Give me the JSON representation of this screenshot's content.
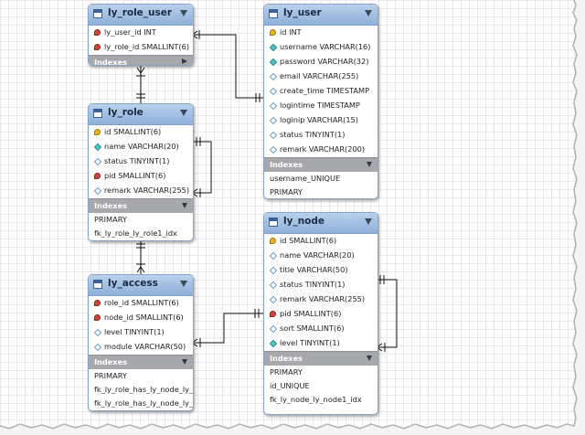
{
  "tables": {
    "ly_role_user": {
      "name": "ly_role_user",
      "columns": [
        {
          "text": "ly_user_id INT",
          "icon": "foreign-key"
        },
        {
          "text": "ly_role_id SMALLINT(6)",
          "icon": "foreign-key"
        }
      ],
      "indexes_label": "Indexes",
      "indexes": []
    },
    "ly_user": {
      "name": "ly_user",
      "columns": [
        {
          "text": "id INT",
          "icon": "primary-key"
        },
        {
          "text": "username VARCHAR(16)",
          "icon": "not-null-column"
        },
        {
          "text": "password VARCHAR(32)",
          "icon": "not-null-column"
        },
        {
          "text": "email VARCHAR(255)",
          "icon": "nullable-column"
        },
        {
          "text": "create_time TIMESTAMP",
          "icon": "nullable-column"
        },
        {
          "text": "logintime TIMESTAMP",
          "icon": "nullable-column"
        },
        {
          "text": "loginip VARCHAR(15)",
          "icon": "nullable-column"
        },
        {
          "text": "status TINYINT(1)",
          "icon": "nullable-column"
        },
        {
          "text": "remark VARCHAR(200)",
          "icon": "nullable-column"
        }
      ],
      "indexes_label": "Indexes",
      "indexes": [
        "username_UNIQUE",
        "PRIMARY"
      ]
    },
    "ly_role": {
      "name": "ly_role",
      "columns": [
        {
          "text": "id SMALLINT(6)",
          "icon": "primary-key"
        },
        {
          "text": "name VARCHAR(20)",
          "icon": "not-null-column"
        },
        {
          "text": "status TINYINT(1)",
          "icon": "nullable-column"
        },
        {
          "text": "pid SMALLINT(6)",
          "icon": "foreign-key"
        },
        {
          "text": "remark VARCHAR(255)",
          "icon": "nullable-column"
        }
      ],
      "indexes_label": "Indexes",
      "indexes": [
        "PRIMARY",
        "fk_ly_role_ly_role1_idx"
      ]
    },
    "ly_access": {
      "name": "ly_access",
      "columns": [
        {
          "text": "role_id SMALLINT(6)",
          "icon": "foreign-key"
        },
        {
          "text": "node_id SMALLINT(6)",
          "icon": "foreign-key"
        },
        {
          "text": "level TINYINT(1)",
          "icon": "nullable-column"
        },
        {
          "text": "module VARCHAR(50)",
          "icon": "nullable-column"
        }
      ],
      "indexes_label": "Indexes",
      "indexes": [
        "PRIMARY",
        "fk_ly_role_has_ly_node_ly_...",
        "fk_ly_role_has_ly_node_ly_..."
      ]
    },
    "ly_node": {
      "name": "ly_node",
      "columns": [
        {
          "text": "id SMALLINT(6)",
          "icon": "primary-key"
        },
        {
          "text": "name VARCHAR(20)",
          "icon": "nullable-column"
        },
        {
          "text": "title VARCHAR(50)",
          "icon": "nullable-column"
        },
        {
          "text": "status TINYINT(1)",
          "icon": "nullable-column"
        },
        {
          "text": "remark VARCHAR(255)",
          "icon": "nullable-column"
        },
        {
          "text": "pid SMALLINT(6)",
          "icon": "foreign-key"
        },
        {
          "text": "sort SMALLINT(6)",
          "icon": "nullable-column"
        },
        {
          "text": "level TINYINT(1)",
          "icon": "not-null-column"
        }
      ],
      "indexes_label": "Indexes",
      "indexes": [
        "PRIMARY",
        "id_UNIQUE",
        "fk_ly_node_ly_node1_idx"
      ]
    }
  },
  "relationships": [
    {
      "from": "ly_role_user",
      "to": "ly_user"
    },
    {
      "from": "ly_role_user",
      "to": "ly_role"
    },
    {
      "from": "ly_role",
      "to": "ly_role"
    },
    {
      "from": "ly_access",
      "to": "ly_role"
    },
    {
      "from": "ly_access",
      "to": "ly_node"
    },
    {
      "from": "ly_node",
      "to": "ly_node"
    }
  ],
  "colors": {
    "header": "#9ebde2",
    "index_bar": "#a6a8ac",
    "connector": "#111111",
    "primary_key": "#e8b41b",
    "foreign_key": "#d2463b",
    "not_null_column": "#4dc7c1"
  }
}
